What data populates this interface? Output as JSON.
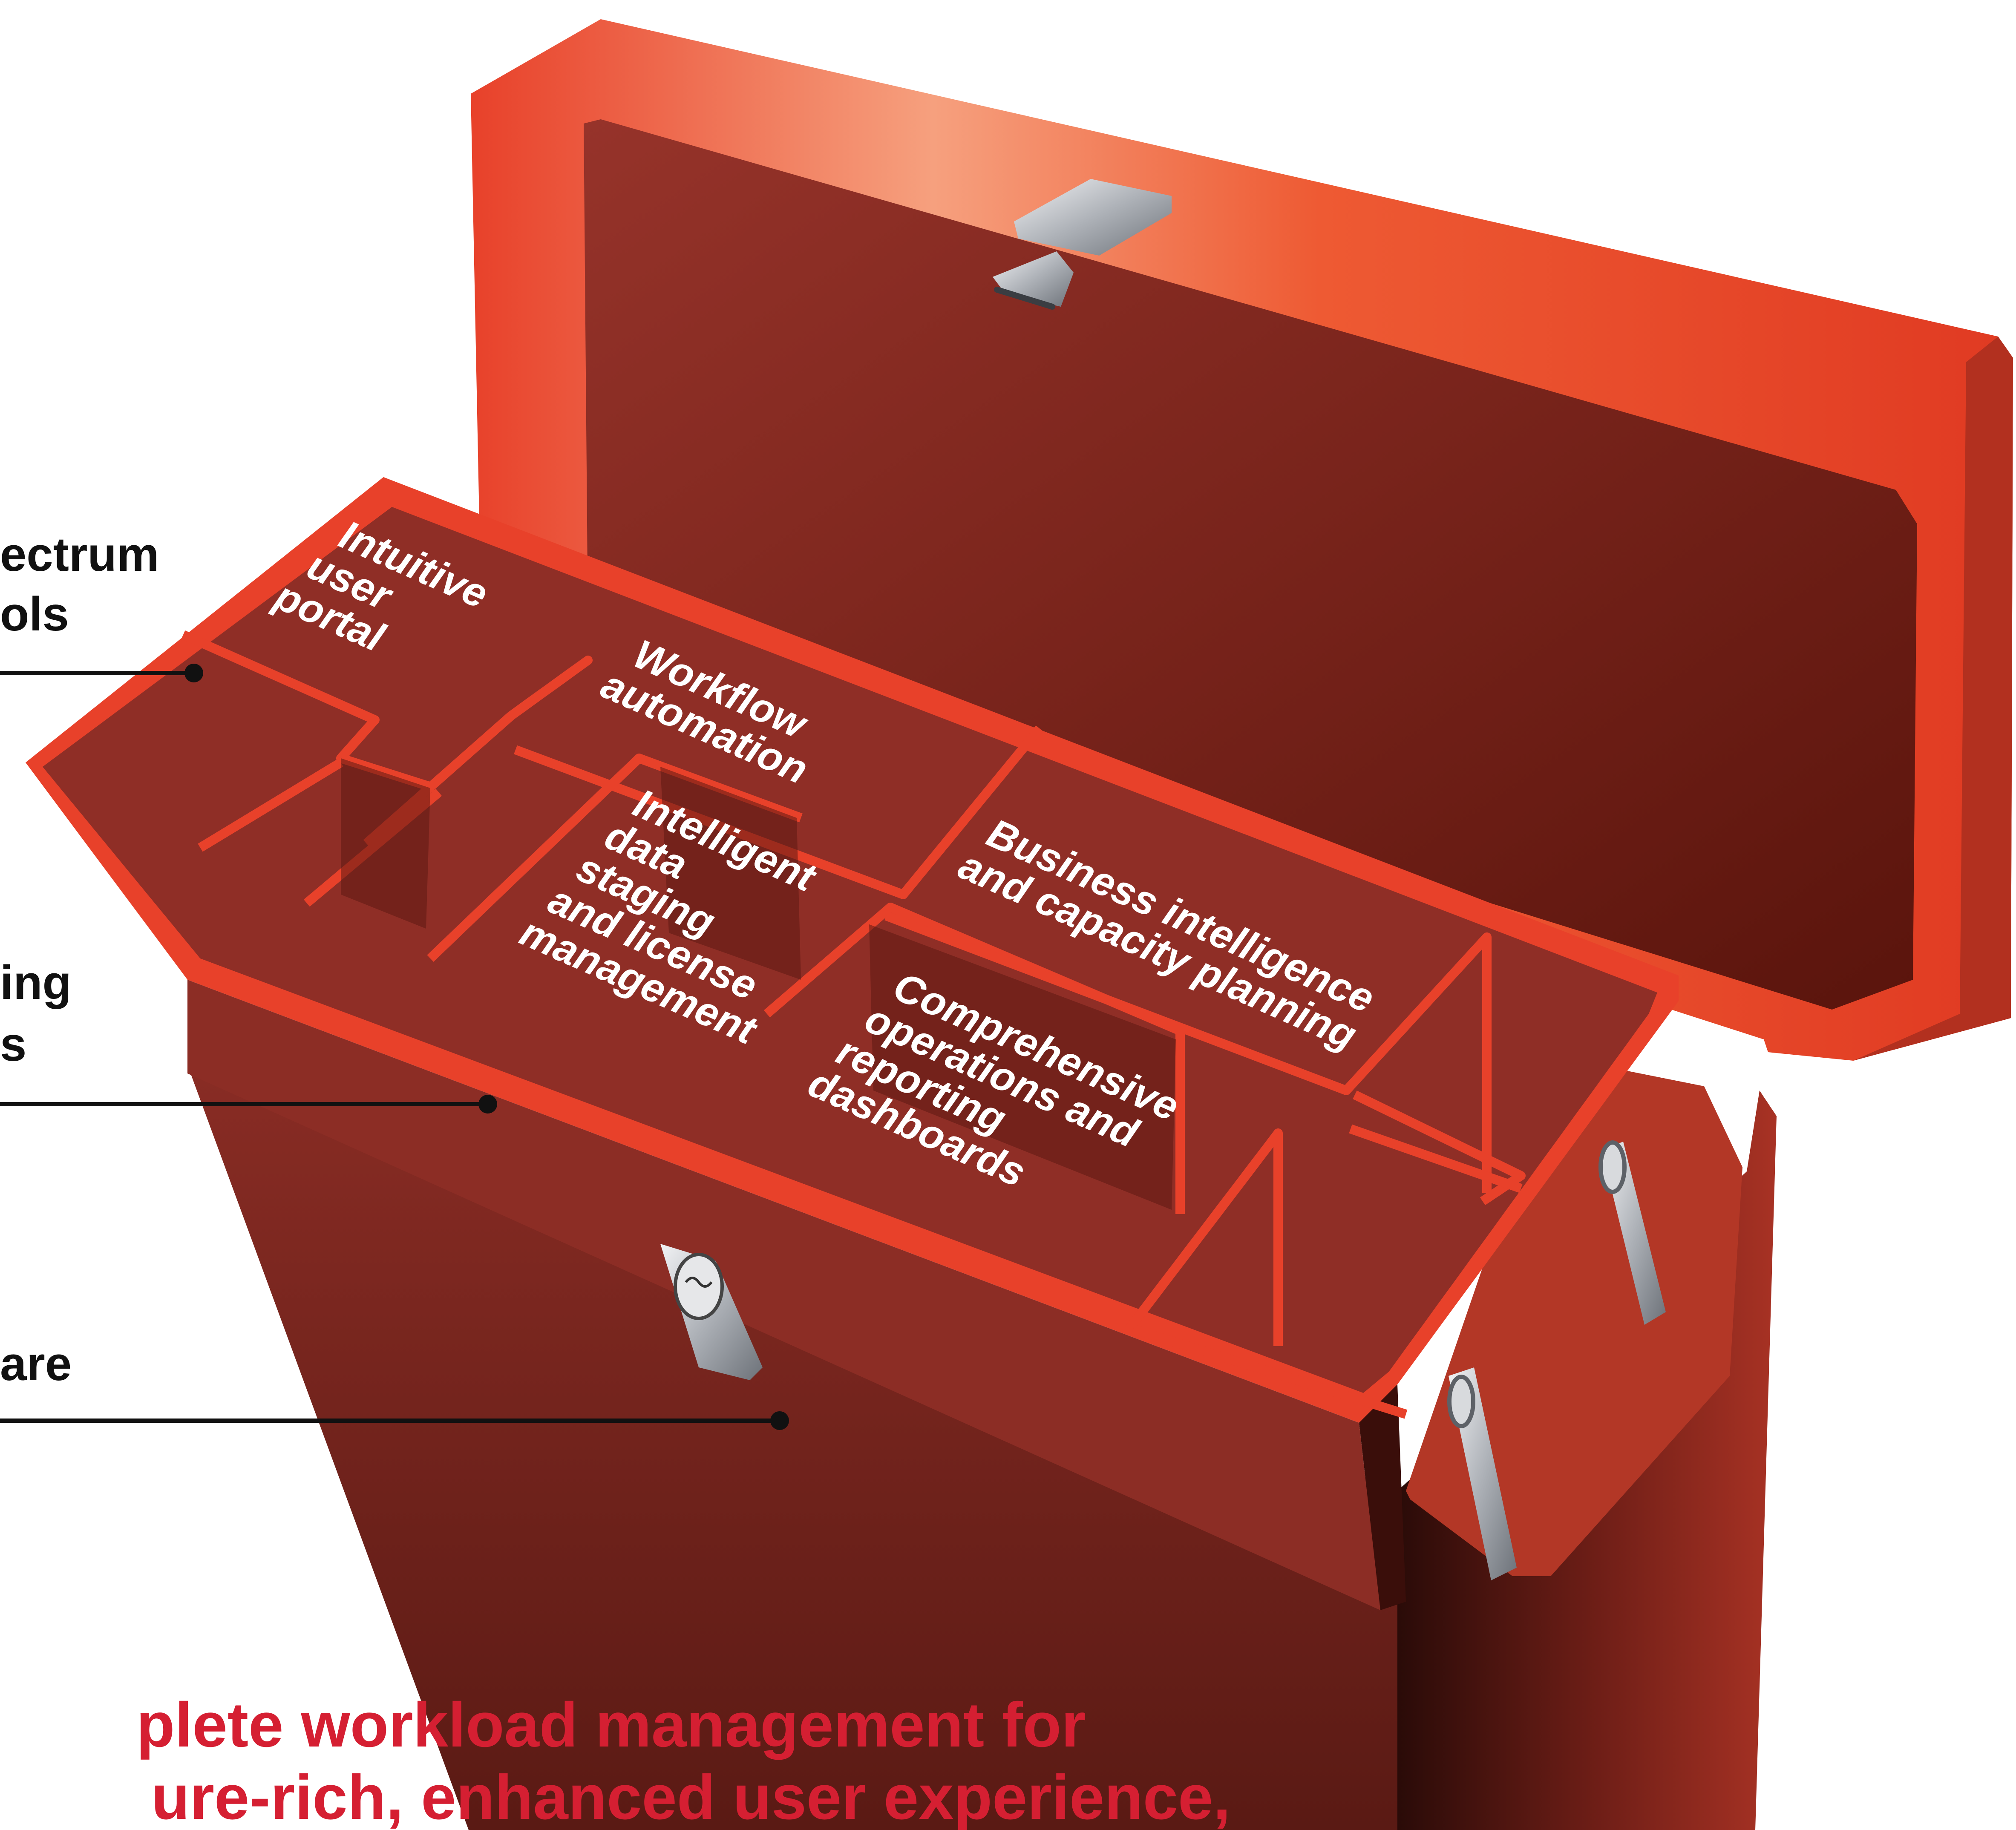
{
  "side_labels": [
    {
      "lines": [
        "ectrum",
        "ols"
      ]
    },
    {
      "lines": [
        "ing",
        "s"
      ]
    },
    {
      "lines": [
        "are"
      ]
    }
  ],
  "tray_labels": {
    "portal": [
      "Intuitive",
      "user",
      "portal"
    ],
    "workflow": [
      "Workflow",
      "automation"
    ],
    "staging": [
      "Intelligent",
      "data",
      "staging",
      "and license",
      "management"
    ],
    "bi": [
      "Business intelligence",
      "and capacity planning"
    ],
    "ops": [
      "Comprehensive",
      "operations and",
      "reporting",
      "dashboards"
    ]
  },
  "tagline": [
    "plete workload management for",
    "ure-rich, enhanced user experience,"
  ],
  "colors": {
    "box_red": "#e8412a",
    "box_dark": "#6b1d16",
    "box_mid": "#8e2e26",
    "lid_highlight": "#f6a07e",
    "tagline_red": "#d51f32",
    "metal": "#c9ccd0"
  }
}
